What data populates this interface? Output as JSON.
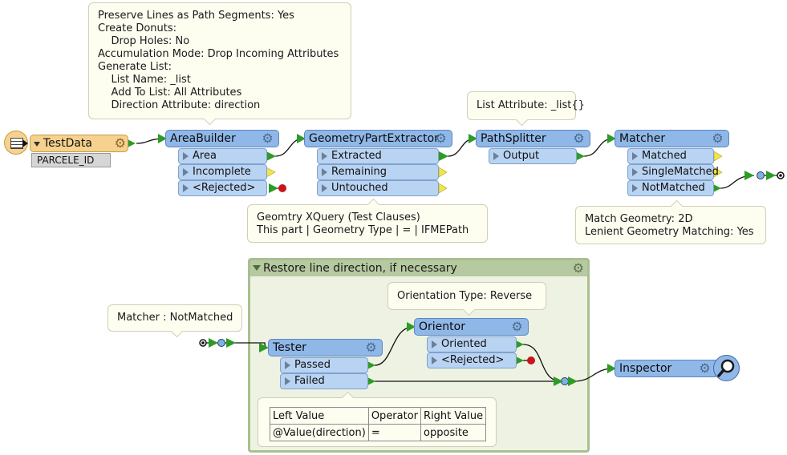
{
  "notes": {
    "areabuilder": [
      "Preserve Lines as Path Segments: Yes",
      "Create Donuts:",
      "    Drop Holes: No",
      "Accumulation Mode: Drop Incoming Attributes",
      "Generate List:",
      "    List Name: _list",
      "    Add To List: All Attributes",
      "    Direction Attribute: direction"
    ],
    "pathsplitter": [
      "List Attribute: _list{}"
    ],
    "geometrypart": [
      "Geomtry XQuery (Test Clauses)",
      "This part | Geometry Type | = | IFMEPath"
    ],
    "matcher": [
      "Match Geometry: 2D",
      "Lenient Geometry Matching: Yes"
    ],
    "orientor": [
      "Orientation Type: Reverse"
    ],
    "connector": [
      "Matcher : NotMatched"
    ]
  },
  "reader": {
    "name": "TestData",
    "attribute": "PARCELE_ID"
  },
  "transformers": {
    "areabuilder": {
      "name": "AreaBuilder",
      "ports": [
        "Area",
        "Incomplete",
        "<Rejected>"
      ]
    },
    "geometrypart": {
      "name": "GeometryPartExtractor",
      "ports": [
        "Extracted",
        "Remaining",
        "Untouched"
      ]
    },
    "pathsplitter": {
      "name": "PathSplitter",
      "ports": [
        "Output"
      ]
    },
    "matcher": {
      "name": "Matcher",
      "ports": [
        "Matched",
        "SingleMatched",
        "NotMatched"
      ]
    },
    "tester": {
      "name": "Tester",
      "ports": [
        "Passed",
        "Failed"
      ]
    },
    "orientor": {
      "name": "Orientor",
      "ports": [
        "Oriented",
        "<Rejected>"
      ]
    },
    "inspector": {
      "name": "Inspector"
    }
  },
  "bookmark": {
    "title": "Restore line direction, if necessary"
  },
  "tester_table": {
    "headers": [
      "Left Value",
      "Operator",
      "Right Value"
    ],
    "rows": [
      [
        "@Value(direction)",
        "=",
        "opposite"
      ]
    ]
  },
  "colors": {
    "transformer": "#8fb8e8",
    "port": "#b9d3f2",
    "reader": "#f6d28e",
    "bookmark": "#a8c08f",
    "note": "#fdfdf0"
  },
  "icons": {
    "gear": "gear-icon",
    "expand": "triangle-down-icon",
    "inspector": "magnifier-icon",
    "reader": "table-icon"
  }
}
